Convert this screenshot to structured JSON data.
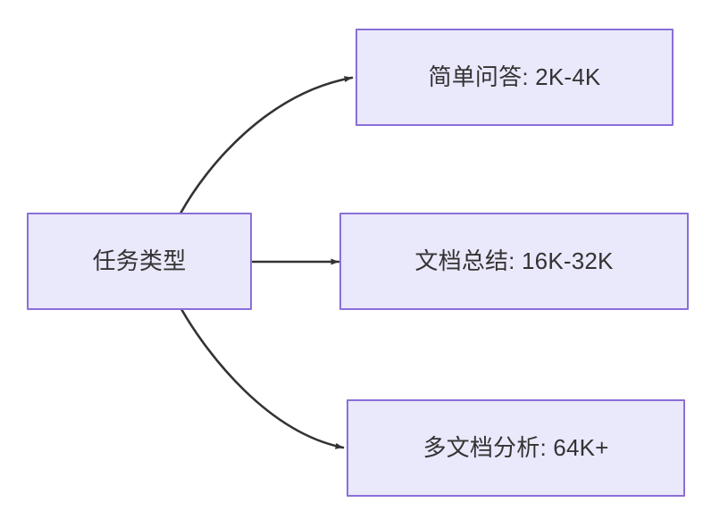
{
  "diagram": {
    "type": "flowchart",
    "direction": "left-to-right",
    "background_color": "#ffffff",
    "node_fill_color": "#eae8fb",
    "node_border_color": "#8a6fd8",
    "node_text_color": "#333333",
    "edge_color": "#333333",
    "nodes": [
      {
        "id": "root",
        "label": "任务类型"
      },
      {
        "id": "simple_qa",
        "label": "简单问答: 2K-4K"
      },
      {
        "id": "doc_summary",
        "label": "文档总结: 16K-32K"
      },
      {
        "id": "multi_doc",
        "label": "多文档分析: 64K+"
      }
    ],
    "edges": [
      {
        "from": "root",
        "to": "simple_qa",
        "label": "",
        "style": "curved-up"
      },
      {
        "from": "root",
        "to": "doc_summary",
        "label": "",
        "style": "straight"
      },
      {
        "from": "root",
        "to": "multi_doc",
        "label": "",
        "style": "curved-down"
      }
    ]
  }
}
